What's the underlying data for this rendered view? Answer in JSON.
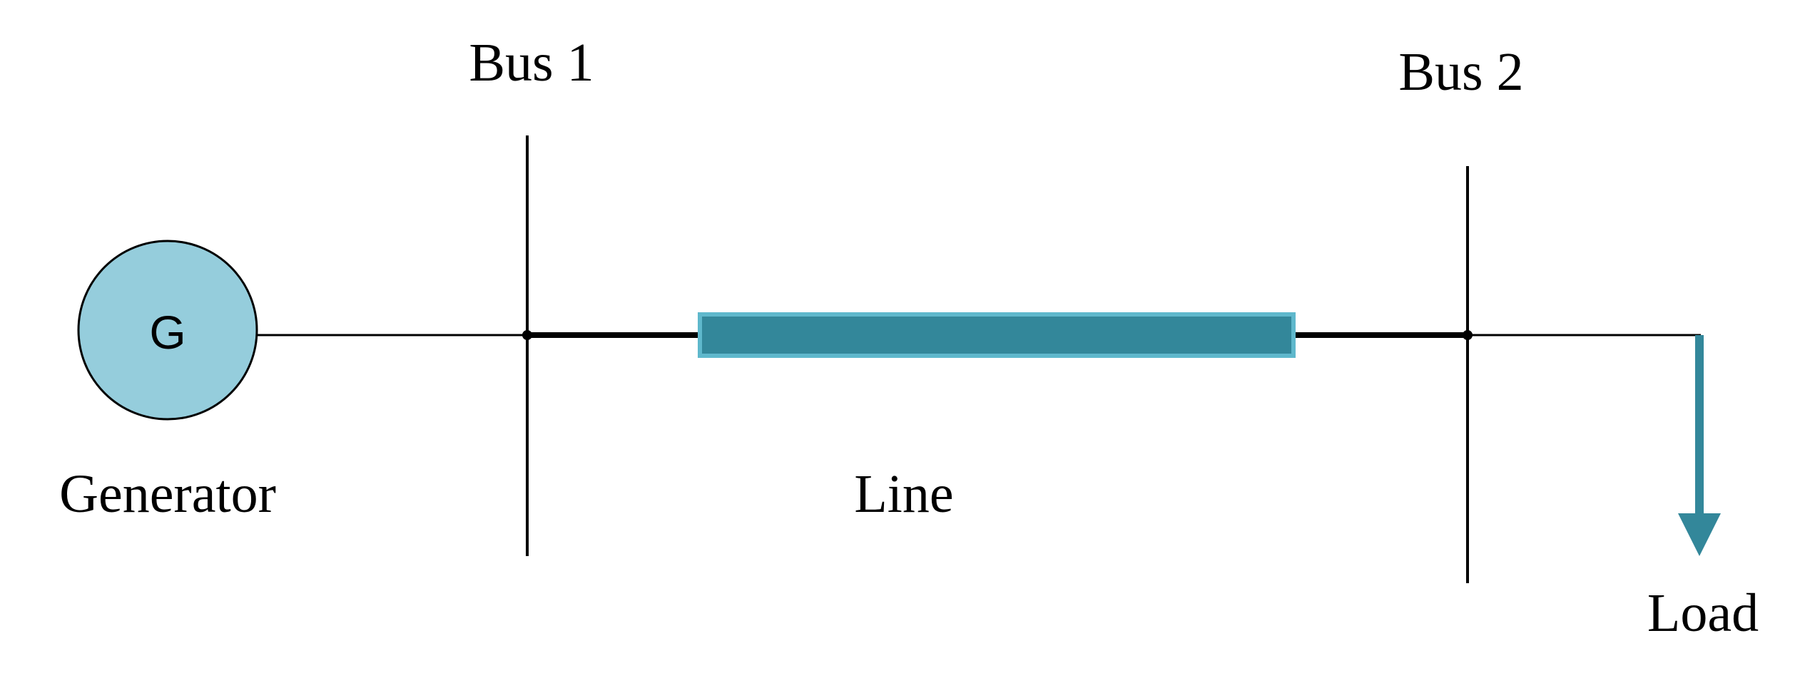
{
  "labels": {
    "bus1": "Bus 1",
    "bus2": "Bus 2",
    "generator_symbol": "G",
    "generator": "Generator",
    "line": "Line",
    "load": "Load"
  },
  "colors": {
    "generator_fill": "#95cddc",
    "line_fill": "#33879a",
    "line_edge": "#5fb8cc",
    "load_arrow": "#33879a",
    "wire": "#000000"
  }
}
